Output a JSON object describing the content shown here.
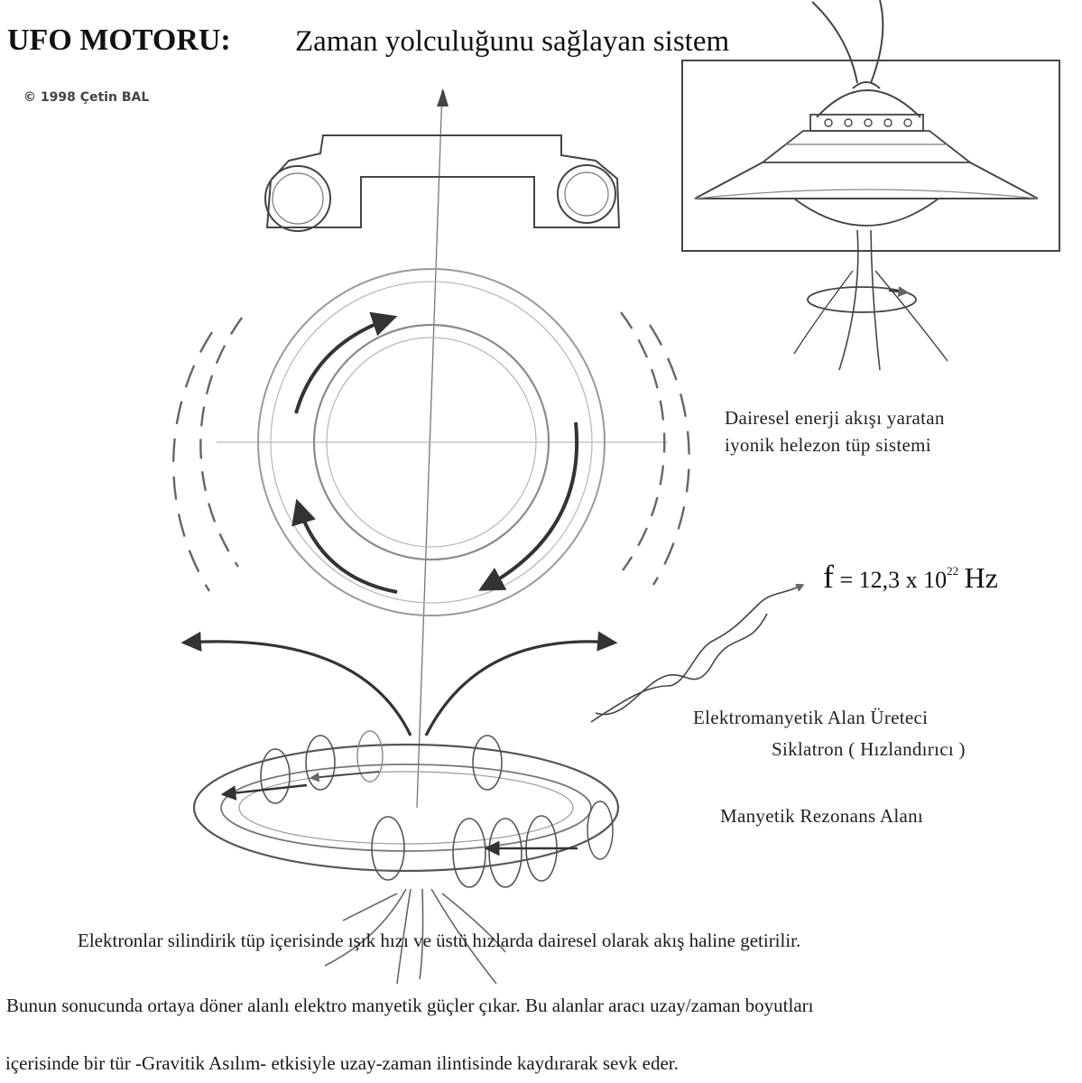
{
  "title": {
    "main": "UFO MOTORU:",
    "subtitle": "Zaman yolculuğunu sağlayan sistem"
  },
  "copyright": "© 1998  Çetin BAL",
  "labels": {
    "ionic_line1": "Dairesel enerji akışı  yaratan",
    "ionic_line2": "iyonik helezon  tüp  sistemi",
    "em_generator": "Elektromanyetik Alan Üreteci",
    "siklatron": "Siklatron ( Hızlandırıcı )",
    "magnetic_resonance": "Manyetik Rezonans Alanı"
  },
  "frequency": {
    "symbol": "f",
    "value": "= 12,3 x 10",
    "exponent": "22",
    "unit": "Hz"
  },
  "paragraphs": {
    "line1": "Elektronlar silindirik tüp içerisinde  ışık hızı ve üstü hızlarda dairesel olarak akış haline getirilir.",
    "line2": "Bunun sonucunda  ortaya döner alanlı elektro manyetik güçler çıkar. Bu alanlar aracı uzay/zaman boyutları",
    "line3": "içerisinde bir tür -Gravitik Asılım- etkisiyle uzay-zaman ilintisinde kaydırarak sevk eder."
  },
  "colors": {
    "ink": "#222222",
    "pencil": "#555555",
    "light_pencil": "#9a9a9a",
    "paper": "#ffffff"
  }
}
